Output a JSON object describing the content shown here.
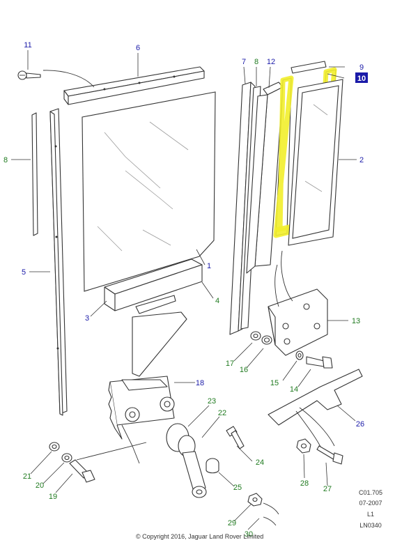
{
  "labels": {
    "l1": "1",
    "l2": "2",
    "l3": "3",
    "l4": "4",
    "l5": "5",
    "l6": "6",
    "l7": "7",
    "l8a": "8",
    "l8b": "8",
    "l9": "9",
    "l10": "10",
    "l11": "11",
    "l12": "12",
    "l13": "13",
    "l14": "14",
    "l15": "15",
    "l16": "16",
    "l17": "17",
    "l18": "18",
    "l19": "19",
    "l20": "20",
    "l21": "21",
    "l22": "22",
    "l23": "23",
    "l24": "24",
    "l25": "25",
    "l26": "26",
    "l27": "27",
    "l28": "28",
    "l29": "29",
    "l30": "30"
  },
  "selected_part": "10",
  "colors": {
    "highlight": "#f2ee2b",
    "label_blue": "#1a1aa8",
    "label_green": "#1f7a1f"
  },
  "meta": {
    "code": "C01.705",
    "date": "07-2007",
    "level": "L1",
    "ref": "LN0340"
  },
  "copyright": "© Copyright 2016, Jaguar Land Rover Limited"
}
